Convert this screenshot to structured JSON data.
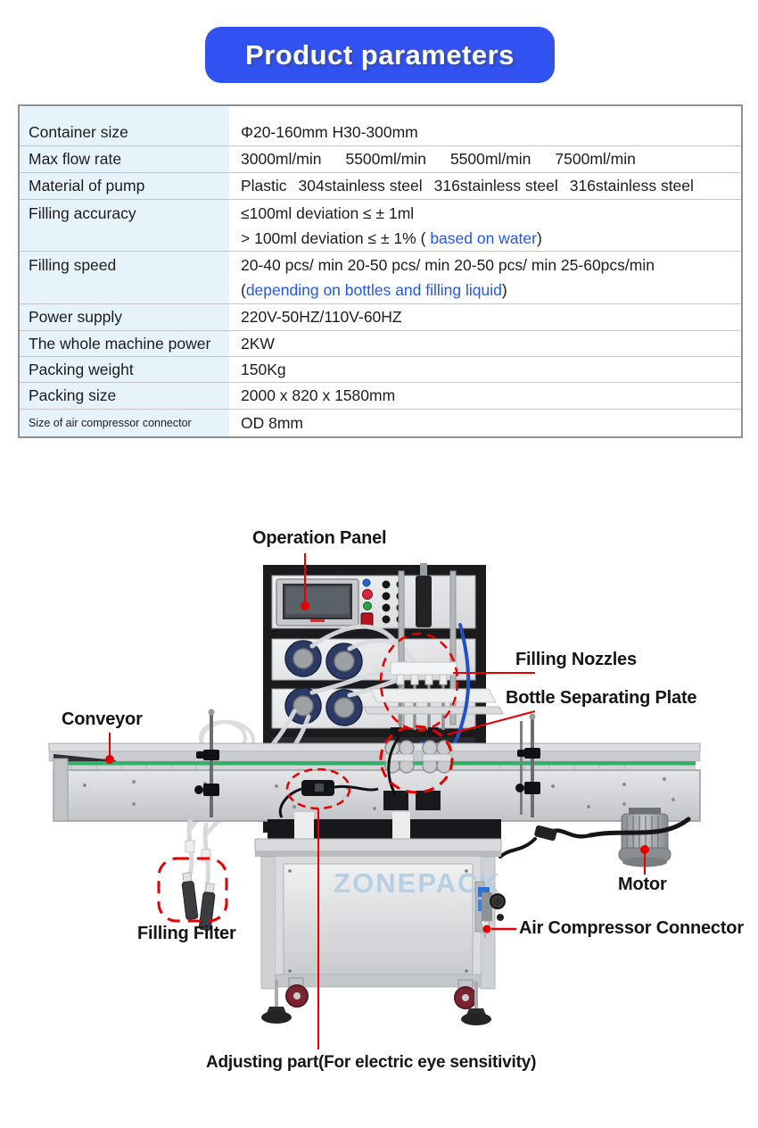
{
  "header": {
    "title": "Product parameters"
  },
  "table": {
    "rows": [
      {
        "label": "Container size",
        "value": "Φ20-160mm H30-300mm"
      },
      {
        "label": "Max flow rate",
        "values": [
          "3000ml/min",
          "5500ml/min",
          "5500ml/min",
          "7500ml/min"
        ]
      },
      {
        "label": "Material of pump",
        "values": [
          "Plastic",
          "304stainless steel",
          "316stainless steel",
          "316stainless steel"
        ]
      },
      {
        "label": "Filling accuracy",
        "line1": "≤100ml deviation ≤ ± 1ml",
        "line2_pre": "> 100ml deviation ≤ ± 1% ( ",
        "line2_blue": "based on water",
        "line2_post": ")"
      },
      {
        "label": "Filling speed",
        "line1": "20-40 pcs/ min 20-50 pcs/ min 20-50 pcs/ min 25-60pcs/min",
        "line2_pre": "(",
        "line2_blue": "depending on bottles and filling liquid",
        "line2_post": ")"
      },
      {
        "label": "Power supply",
        "value": "220V-50HZ/110V-60HZ"
      },
      {
        "label": "The whole machine power",
        "value": "2KW"
      },
      {
        "label": "Packing weight",
        "value": "150Kg"
      },
      {
        "label": "Packing size",
        "value": "2000 x 820 x 1580mm"
      },
      {
        "label": "Size of air compressor connector",
        "value": "OD 8mm"
      }
    ]
  },
  "diagram": {
    "watermark": "ZONEPACK",
    "labels": {
      "operation_panel": "Operation Panel",
      "filling_nozzles": "Filling Nozzles",
      "bottle_separating_plate": "Bottle Separating Plate",
      "conveyor": "Conveyor",
      "motor": "Motor",
      "air_compressor_connector": "Air Compressor Connector",
      "filling_filter": "Filling Filter",
      "adjusting_part": "Adjusting part(For electric eye sensitivity)"
    }
  },
  "colors": {
    "accent_blue": "#3152f0",
    "table_label_bg": "#e7f3fb",
    "link_blue": "#2456e8",
    "annotation_red": "#e60000",
    "watermark_blue": "#b6cfe2",
    "conveyor_green": "#35b06a"
  }
}
